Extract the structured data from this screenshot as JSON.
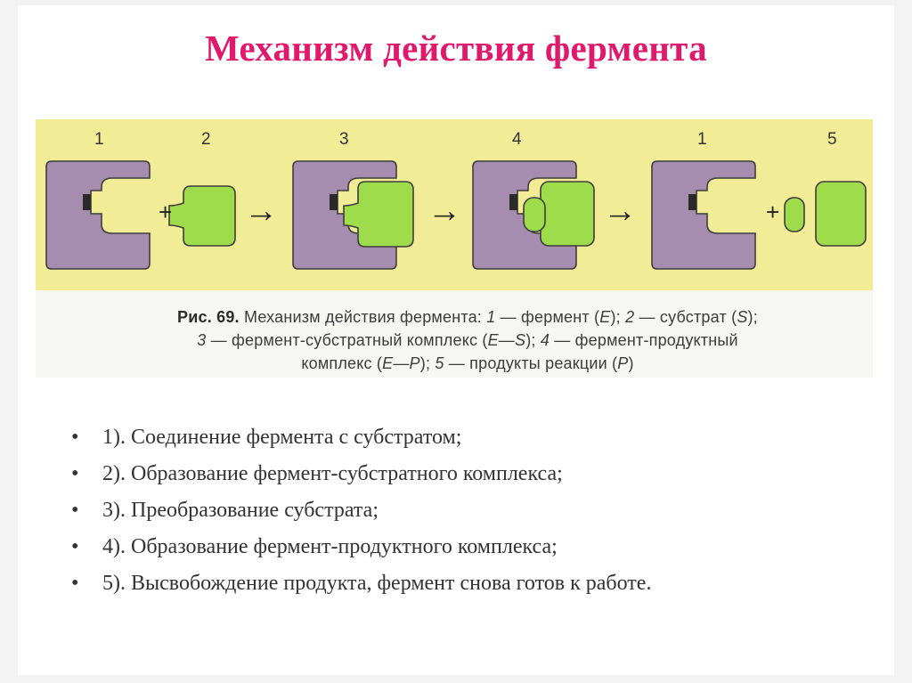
{
  "title": "Механизм действия фермента",
  "figure": {
    "numbers": [
      "1",
      "2",
      "3",
      "4",
      "1",
      "5"
    ],
    "operators": [
      "+",
      "→",
      "→",
      "→",
      "+"
    ],
    "colors": {
      "enzyme": "#a68db0",
      "substrate": "#9fdc4c",
      "band": "#f3ec96"
    },
    "caption": {
      "label": "Рис. 69.",
      "line1_a": " Механизм действия фермента: ",
      "n1": "1",
      "line1_b": " — фермент (",
      "e1": "E",
      "line1_c": "); ",
      "n2": "2",
      "line1_d": " — субстрат (",
      "s1": "S",
      "line1_e": ");",
      "n3": "3",
      "line2_a": " — фермент-субстратный комплекс (",
      "es": "E—S",
      "line2_b": "); ",
      "n4": "4",
      "line2_c": " — фермент-продуктный",
      "line3_a": "комплекс (",
      "ep": "E—P",
      "line3_b": "); ",
      "n5": "5",
      "line3_c": " — продукты реакции (",
      "p1": "P",
      "line3_d": ")"
    }
  },
  "steps": [
    "1). Соединение фермента с субстратом;",
    "2). Образование фермент-субстратного комплекса;",
    "3). Преобразование субстрата;",
    "4). Образование фермент-продуктного комплекса;",
    "5). Высвобождение продукта, фермент снова готов к работе."
  ],
  "bullet": "•"
}
